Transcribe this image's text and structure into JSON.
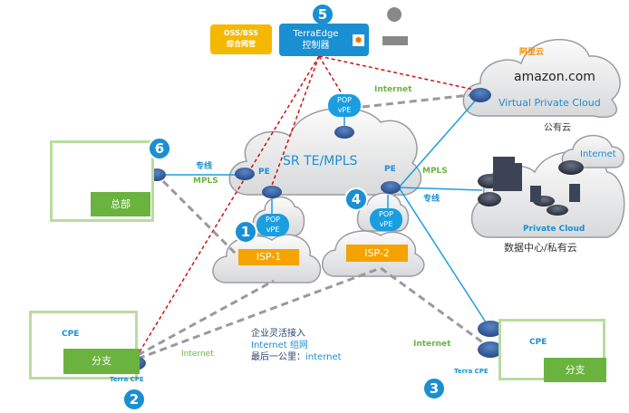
{
  "controller": {
    "badge": "5",
    "title": "TerraEdge",
    "subtitle": "控制器"
  },
  "oss": {
    "line1": "OSS/BSS",
    "line2": "综合网管"
  },
  "core": {
    "label": "SR TE/MPLS",
    "pe_left": "PE",
    "pe_right": "PE"
  },
  "pops": [
    {
      "line1": "POP",
      "line2": "vPE"
    },
    {
      "line1": "POP",
      "line2": "vPE"
    },
    {
      "line1": "POP",
      "line2": "vPE"
    }
  ],
  "isps": [
    "ISP-1",
    "ISP-2"
  ],
  "public_cloud": {
    "vendor1": "阿里云",
    "vendor2": "amazon.com",
    "label": "Virtual Private Cloud",
    "caption": "公有云"
  },
  "private_cloud": {
    "internet": "Internet",
    "label": "Private Cloud",
    "caption": "数据中心/私有云"
  },
  "hq": {
    "badge": "6",
    "label": "总部",
    "link_top": "专线",
    "link_bottom": "MPLS"
  },
  "branch_left": {
    "badge": "2",
    "label": "分支",
    "cpe": "CPE",
    "device": "Terra  CPE",
    "internet": "Internet"
  },
  "branch_right": {
    "badge": "3",
    "label": "分支",
    "cpe": "CPE",
    "device": "Terra  CPE",
    "internet": "Internet"
  },
  "right_links": {
    "mpls": "MPLS",
    "leased": "专线"
  },
  "top_internet": "Internet",
  "badges": {
    "one": "1",
    "four": "4"
  },
  "notes": {
    "line1": "企业灵活接入",
    "line2": "Internet  组网",
    "line3_prefix": "最后一公里：",
    "line3_suffix": "internet"
  },
  "colors": {
    "blue": "#1a8fd1",
    "green": "#6bb33f",
    "orange": "#f4a300",
    "yellow": "#f5b800",
    "red": "#d01010"
  }
}
